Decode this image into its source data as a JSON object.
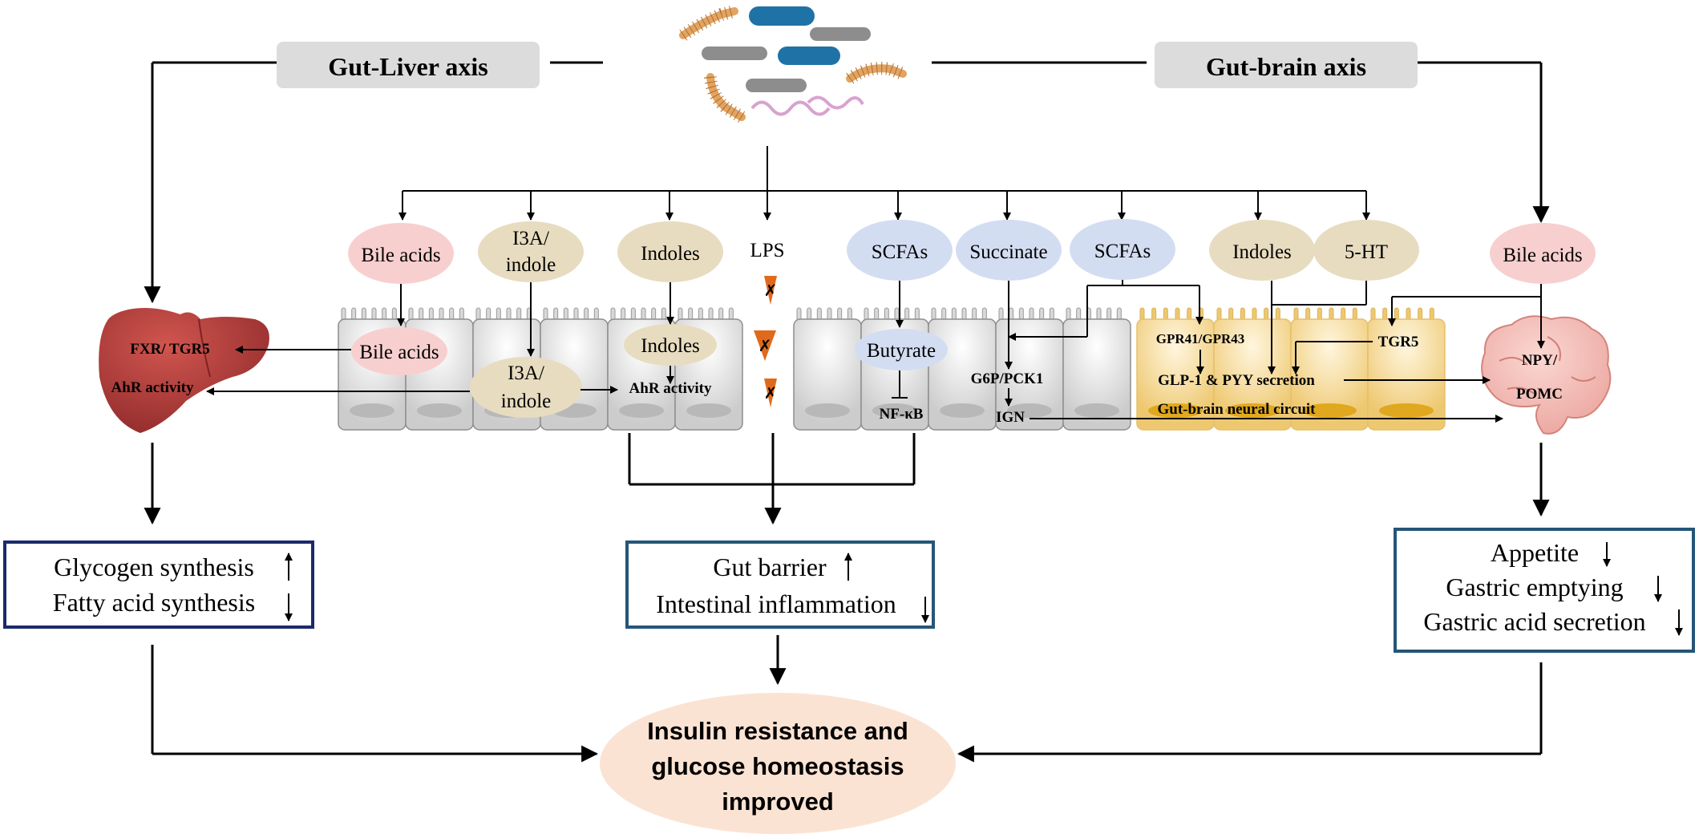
{
  "axes": {
    "left_title": "Gut-Liver axis",
    "right_title": "Gut-brain axis"
  },
  "metabolites": {
    "bile_acids": "Bile acids",
    "i3a_indole": [
      "I3A/",
      "indole"
    ],
    "indoles_left": "Indoles",
    "lps": "LPS",
    "scfas_1": "SCFAs",
    "succinate": "Succinate",
    "scfas_2": "SCFAs",
    "indoles_right": "Indoles",
    "five_ht": "5-HT",
    "bile_acids_brain": "Bile acids"
  },
  "epithelium": {
    "bile_acids": "Bile acids",
    "i3a_indole": [
      "I3A/",
      "indole"
    ],
    "indoles": "Indoles",
    "ahr_activity": "AhR activity",
    "butyrate": "Butyrate",
    "nfkb": "NF-κB",
    "g6p_pck1": "G6P/PCK1",
    "ign": "IGN",
    "gpr41_43": "GPR41/GPR43",
    "glp1_pyy": "GLP-1 & PYY secretion",
    "tgr5": "TGR5",
    "neural_circuit": "Gut-brain neural circuit"
  },
  "liver": {
    "receptor": "FXR/ TGR5",
    "ahr": "AhR activity"
  },
  "brain": {
    "label": [
      "NPY/",
      "POMC"
    ]
  },
  "outcomes": {
    "liver": [
      "Glycogen synthesis",
      "Fatty acid synthesis"
    ],
    "gut": [
      "Gut barrier",
      "Intestinal inflammation"
    ],
    "brain": [
      "Appetite",
      "Gastric emptying",
      "Gastric acid secretion"
    ]
  },
  "final": {
    "lines": [
      "Insulin resistance and",
      "glucose homeostasis",
      "improved"
    ]
  },
  "colors": {
    "bile_pink": "#f8cfcf",
    "indole_tan": "#e7dcc0",
    "scfa_blue": "#d3ddf2",
    "liver_red": "#b13a3a",
    "brain_pink": "#f2b9b4",
    "final_peach": "#fbe3d3",
    "box_navy": "#1b2a6b",
    "box_teal": "#245678",
    "enteroendocrine_gold": "#f3d58c",
    "label_gray": "#dcdcdc"
  }
}
